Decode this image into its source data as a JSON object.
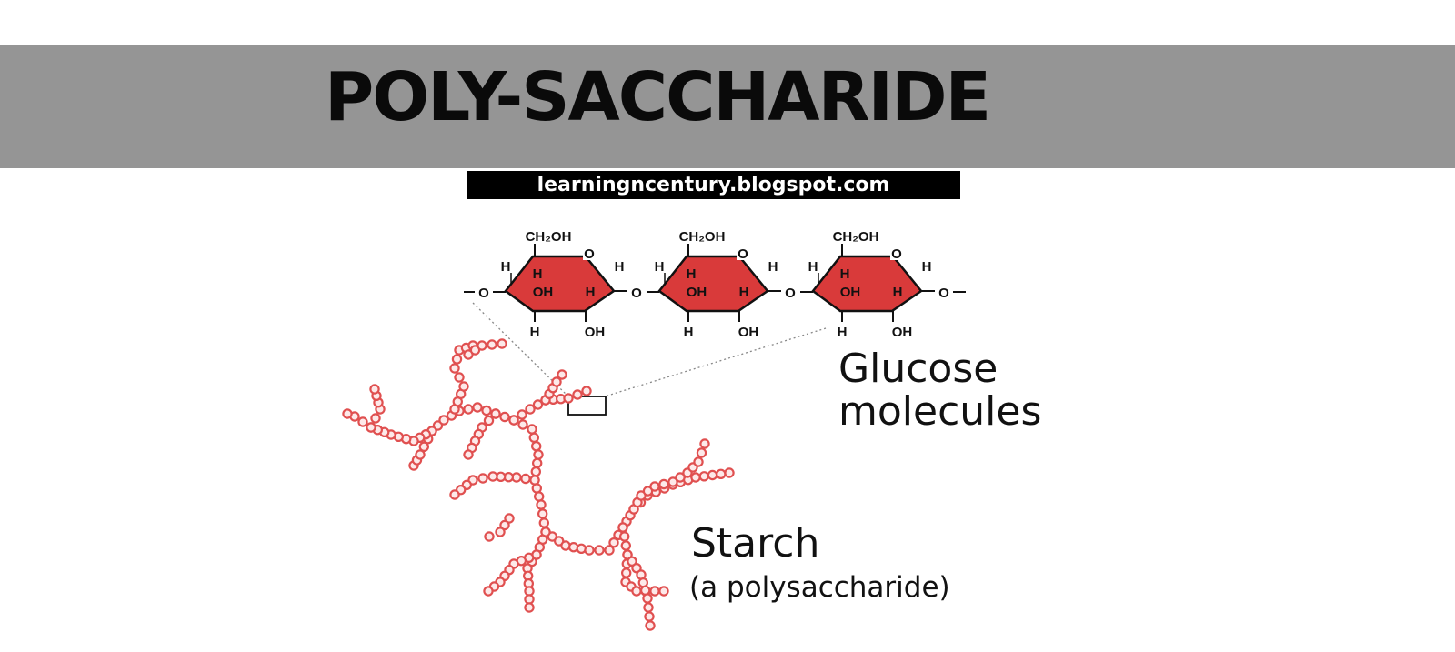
{
  "header": {
    "title": "POLY-SACCHARIDE",
    "site_url": "learningncentury.blogspot.com"
  },
  "diagram": {
    "glucose_unit": {
      "top_group": "CH₂OH",
      "ring_oxygen": "O",
      "hydrogen": "H",
      "hydroxyl": "OH",
      "link_oxygen": "O"
    },
    "unit_count": 3,
    "labels": {
      "glucose_line1": "Glucose",
      "glucose_line2": "molecules",
      "starch_title": "Starch",
      "starch_subtitle": "(a polysaccharide)"
    },
    "colors": {
      "ring_fill": "#d93a3a",
      "bead_stroke": "#e05050",
      "band": "#959595"
    }
  }
}
